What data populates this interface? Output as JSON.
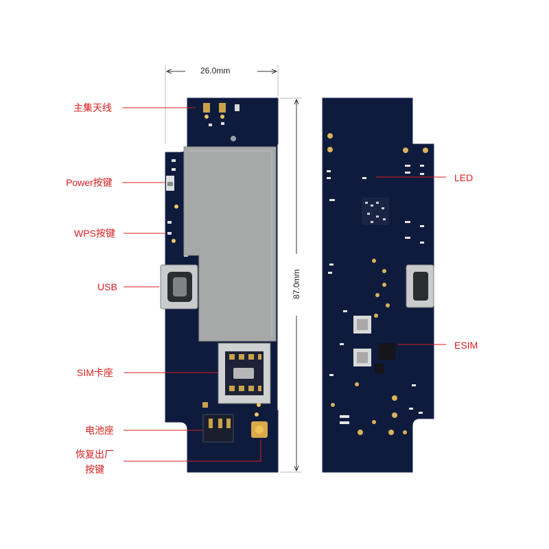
{
  "dimensions": {
    "width_label": "26.0mm",
    "height_label": "87.0mm"
  },
  "front_labels": {
    "main_antenna": "主集天线",
    "power_button": "Power按键",
    "wps_button": "WPS按键",
    "usb": "USB",
    "sim_slot": "SIM卡座",
    "battery_holder": "电池座",
    "factory_reset_line1": "恢复出厂",
    "factory_reset_line2": "按键"
  },
  "back_labels": {
    "led": "LED",
    "esim": "ESIM"
  },
  "colors": {
    "label": "#d81e1e",
    "pcb": "#0e1b3d",
    "shield": "#a7a9a8"
  }
}
